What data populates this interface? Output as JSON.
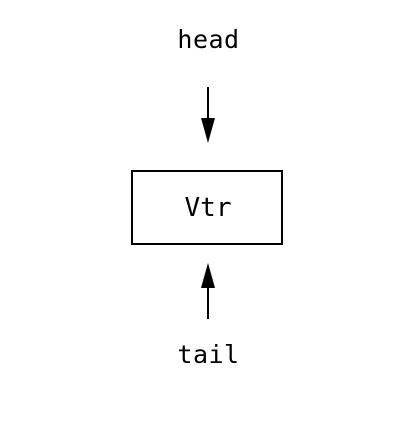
{
  "diagram": {
    "head_label": "head",
    "node_label": "Vtr",
    "tail_label": "tail"
  }
}
